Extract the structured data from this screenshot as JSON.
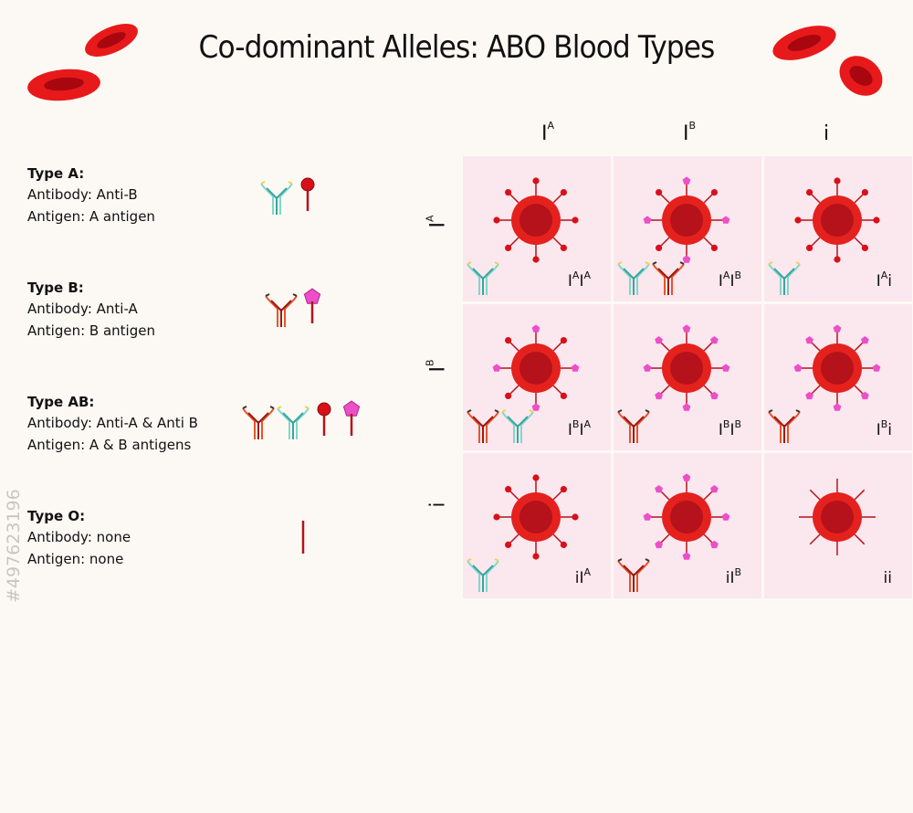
{
  "title": "Co-dominant Alleles: ABO Blood Types",
  "watermark": "#497623196",
  "legend": [
    {
      "type": "Type A:",
      "antibody": "Antibody: Anti-B",
      "antigen": "Antigen: A antigen"
    },
    {
      "type": "Type B:",
      "antibody": "Antibody: Anti-A",
      "antigen": "Antigen: B antigen"
    },
    {
      "type": "Type AB:",
      "antibody": "Antibody: Anti-A & Anti B",
      "antigen": "Antigen: A & B antigens"
    },
    {
      "type": "Type O:",
      "antibody": "Antibody: none",
      "antigen": "Antigen: none"
    }
  ],
  "columns": [
    {
      "base": "I",
      "sup": "A"
    },
    {
      "base": "I",
      "sup": "B"
    },
    {
      "base": "i",
      "sup": ""
    }
  ],
  "rows": [
    {
      "base": "I",
      "sup": "A"
    },
    {
      "base": "I",
      "sup": "B"
    },
    {
      "base": "i",
      "sup": ""
    }
  ],
  "cells": [
    [
      {
        "g1": "I",
        "s1": "A",
        "g2": "I",
        "s2": "A",
        "antigen": "A",
        "antibodies": [
          "anti-B"
        ]
      },
      {
        "g1": "I",
        "s1": "A",
        "g2": "I",
        "s2": "B",
        "antigen": "AB",
        "antibodies": [
          "anti-B",
          "anti-A"
        ]
      },
      {
        "g1": "I",
        "s1": "A",
        "g2": "i",
        "s2": "",
        "antigen": "A",
        "antibodies": [
          "anti-B"
        ]
      }
    ],
    [
      {
        "g1": "I",
        "s1": "B",
        "g2": "I",
        "s2": "A",
        "antigen": "AB",
        "antibodies": [
          "anti-A",
          "anti-B"
        ]
      },
      {
        "g1": "I",
        "s1": "B",
        "g2": "I",
        "s2": "B",
        "antigen": "B",
        "antibodies": [
          "anti-A"
        ]
      },
      {
        "g1": "I",
        "s1": "B",
        "g2": "i",
        "s2": "",
        "antigen": "B",
        "antibodies": [
          "anti-A"
        ]
      }
    ],
    [
      {
        "g1": "i",
        "s1": "",
        "g2": "I",
        "s2": "A",
        "antigen": "A",
        "antibodies": [
          "anti-B"
        ]
      },
      {
        "g1": "i",
        "s1": "",
        "g2": "I",
        "s2": "B",
        "antigen": "B",
        "antibodies": [
          "anti-A"
        ]
      },
      {
        "g1": "i",
        "s1": "",
        "g2": "i",
        "s2": "",
        "antigen": "O",
        "antibodies": []
      }
    ]
  ],
  "colors": {
    "background": "#fcf9f4",
    "cell": "#fbe7ee",
    "cell_red": "#e4211d",
    "cell_dark": "#b5121b",
    "antigen_a": "#d8101a",
    "antigen_b": "#ec4fc8",
    "anti_b_outer": "#7fd9c9",
    "anti_b_tip": "#f3d24a",
    "anti_a_outer": "#e8542a",
    "anti_a_tip": "#333333"
  }
}
